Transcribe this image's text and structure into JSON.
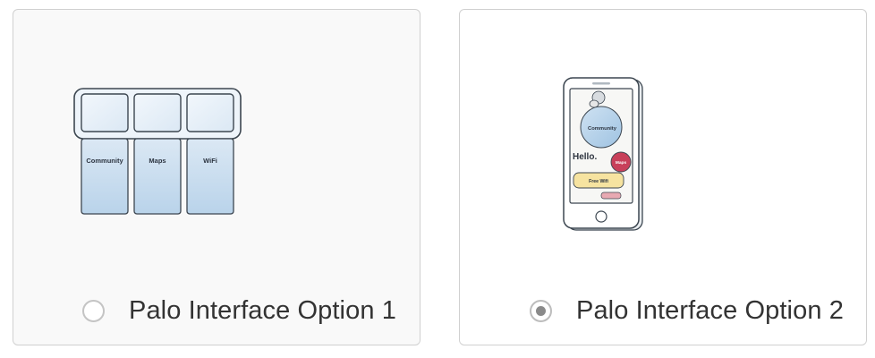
{
  "options": [
    {
      "label": "Palo Interface Option 1",
      "selected": false,
      "tiles": [
        "Community",
        "Maps",
        "WiFi"
      ]
    },
    {
      "label": "Palo Interface Option 2",
      "selected": true,
      "phone": {
        "community": "Community",
        "hello": "Hello.",
        "maps": "Maps",
        "wifi": "Free Wifi"
      }
    }
  ],
  "colors": {
    "card_border": "#d0d0d0",
    "radio_border": "#c4c4c4",
    "radio_dot": "#8a8a8a",
    "label_text": "#333333",
    "tile_blue": "#c9dff0",
    "maps_red": "#c8405a",
    "wifi_yellow": "#f6e3a0"
  }
}
